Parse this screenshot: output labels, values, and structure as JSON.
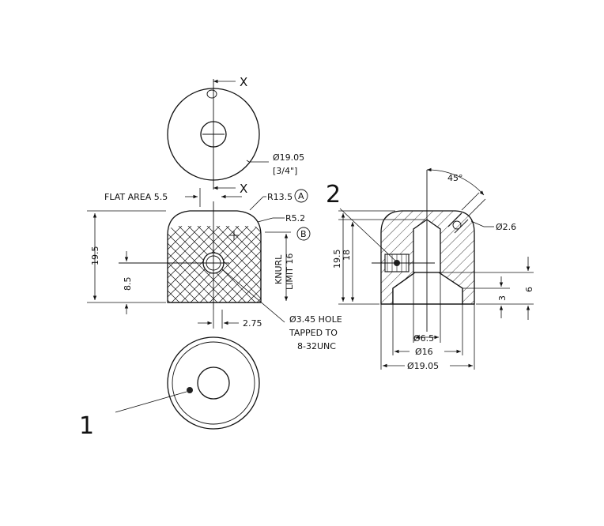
{
  "callouts": {
    "one": "1",
    "two": "2"
  },
  "section_mark": "X",
  "top_view": {
    "diameter": "Ø19.05",
    "diameter_inch": "[3/4\"]"
  },
  "front_view": {
    "flat_area": "FLAT AREA 5.5",
    "radius_a": "R13.5",
    "radius_b": "R5.2",
    "circle_a": "A",
    "circle_b": "B",
    "height_total": "19.5",
    "hole_height": "8.5",
    "knurl_line1": "KNURL",
    "knurl_line2": "LIMIT 16",
    "offset": "2.75",
    "hole_line1": "Ø3.45 HOLE",
    "hole_line2": "TAPPED TO",
    "hole_line3": "8-32UNC"
  },
  "section_view": {
    "angle": "45°",
    "small_hole": "Ø2.6",
    "height_total": "19.5",
    "height_inner": "18",
    "depth_6": "6",
    "depth_3": "3",
    "bore": "Ø6.5",
    "recess": "Ø16",
    "outer": "Ø19.05"
  }
}
